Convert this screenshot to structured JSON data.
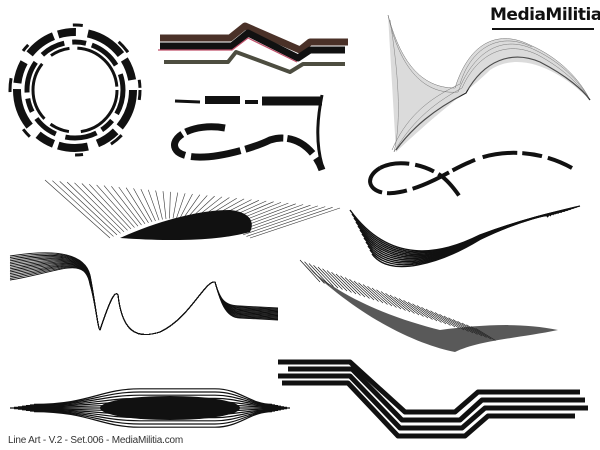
{
  "brand": {
    "logo_text": "MediaMilitia"
  },
  "caption": {
    "text": "Line Art - V.2 - Set.006 - MediaMilitia.com"
  },
  "colors": {
    "ink": "#111111",
    "brown_band": "#4a3128",
    "pink_edge": "#c0506a",
    "olive_band": "#4d4d40",
    "gray_mesh": "#888888"
  },
  "artworks": [
    {
      "id": "broken-ring",
      "label": "dashed concentric ring"
    },
    {
      "id": "ribbon-bands",
      "label": "brown/black/olive zigzag ribbon"
    },
    {
      "id": "brush-loop",
      "label": "broken brush loop"
    },
    {
      "id": "mesh-wave",
      "label": "gray mesh wave"
    },
    {
      "id": "fan-lines",
      "label": "radiating fan lines"
    },
    {
      "id": "infinity-swoosh",
      "label": "dashed infinity swoosh"
    },
    {
      "id": "swoosh-lines",
      "label": "multi-line swoosh"
    },
    {
      "id": "wave-stack",
      "label": "stacked wave lines"
    },
    {
      "id": "feather-blade",
      "label": "feathered blade"
    },
    {
      "id": "lens-bundle",
      "label": "bulging line bundle"
    },
    {
      "id": "step-lines",
      "label": "stepped parallel lines"
    }
  ]
}
